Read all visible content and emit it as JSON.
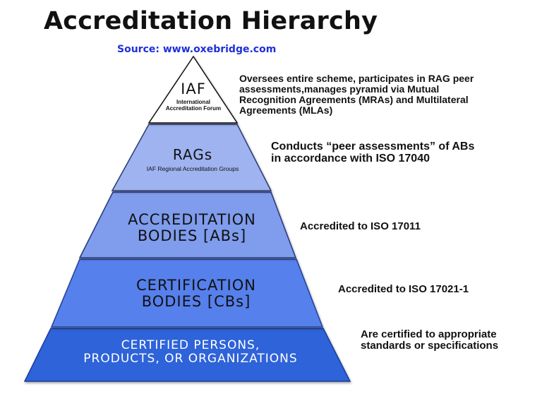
{
  "title": "Accreditation Hierarchy",
  "source": "Source: www.oxebridge.com",
  "colors": {
    "source_text": "#1f2fd8",
    "level1_fill": "#ffffff",
    "level2_fill": "#9eb3f0",
    "level3_fill": "#7f9ced",
    "level4_fill": "#5680ec",
    "level5_fill": "#2f63d9",
    "level5_text": "#ffffff"
  },
  "levels": [
    {
      "name": "IAF",
      "subtitle_line1": "International",
      "subtitle_line2": "Accreditation Forum",
      "description_lines": [
        "Oversees entire scheme, participates in RAG peer",
        "assessments,manages pyramid via Mutual",
        "Recognition Agreements (MRAs) and Multilateral",
        "Agreements (MLAs)"
      ]
    },
    {
      "name": "RAGs",
      "subtitle": "IAF Regional Accreditation Groups",
      "description_lines": [
        "Conducts “peer assessments” of ABs",
        "in accordance with ISO  17040"
      ]
    },
    {
      "name_line1": "ACCREDITATION",
      "name_line2": "BODIES [ABs]",
      "description_lines": [
        "Accredited to ISO 17011"
      ]
    },
    {
      "name_line1": "CERTIFICATION",
      "name_line2": "BODIES [CBs]",
      "description_lines": [
        "Accredited to ISO 17021-1"
      ]
    },
    {
      "name_line1": "CERTIFIED PERSONS,",
      "name_line2": "PRODUCTS, OR ORGANIZATIONS",
      "description_lines": [
        "Are certified to appropriate",
        "standards or specifications"
      ]
    }
  ]
}
